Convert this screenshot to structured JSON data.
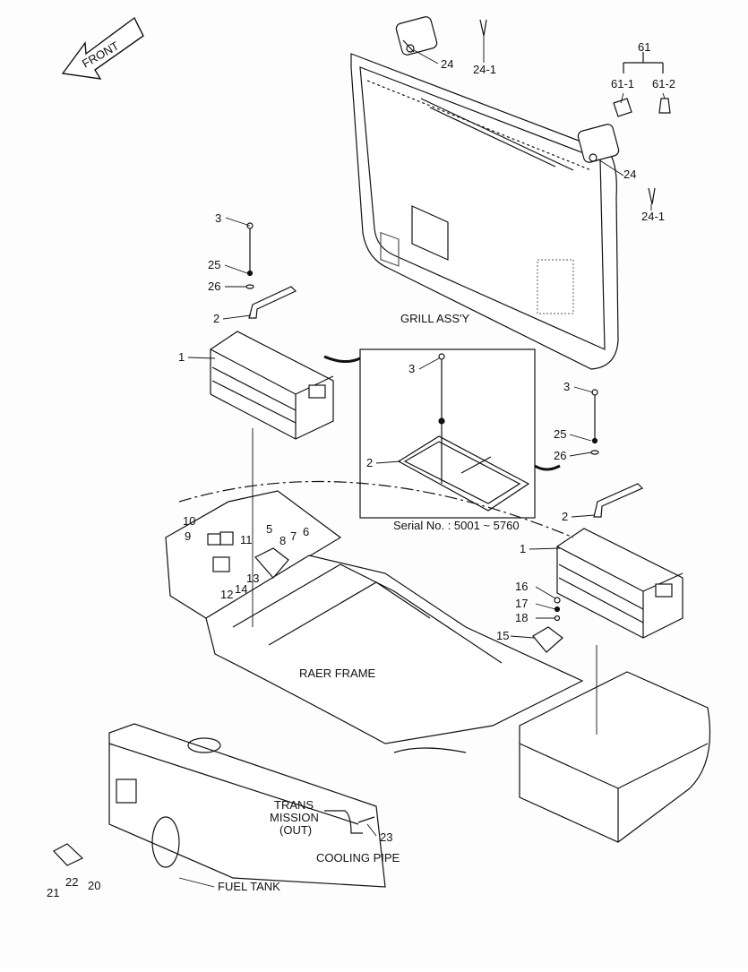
{
  "front": "FRONT",
  "grill": "GRILL ASS'Y",
  "frame": "RAER FRAME",
  "fuel": "FUEL TANK",
  "cooling": "COOLING PIPE",
  "trans": [
    "TRANS",
    "MISSION",
    "(OUT)"
  ],
  "serial": "Serial No. : 5001 ~ 5760",
  "labels": {
    "p1a": "1",
    "p1b": "1",
    "p2a": "2",
    "p2b": "2",
    "p2c": "2",
    "p3a": "3",
    "p3b": "3",
    "p3c": "3",
    "p5": "5",
    "p6": "6",
    "p7": "7",
    "p8": "8",
    "p9": "9",
    "p10": "10",
    "p11": "11",
    "p12": "12",
    "p13": "13",
    "p14": "14",
    "p15": "15",
    "p16": "16",
    "p17": "17",
    "p18": "18",
    "p20": "20",
    "p21": "21",
    "p22": "22",
    "p23": "23",
    "p24a": "24",
    "p24b": "24",
    "p241a": "24-1",
    "p241b": "24-1",
    "p25a": "25",
    "p25b": "25",
    "p26a": "26",
    "p26b": "26",
    "p61": "61",
    "p611": "61-1",
    "p612": "61-2"
  }
}
